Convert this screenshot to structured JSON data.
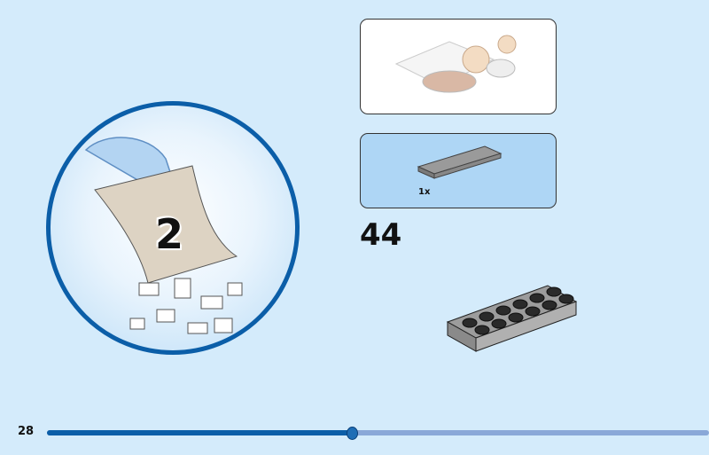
{
  "bag": {
    "number": "2"
  },
  "parts_list": {
    "items": [
      {
        "part": "plate-2x6-dark-gray",
        "quantity": "1x"
      }
    ]
  },
  "step": {
    "number": "44"
  },
  "footer": {
    "page_number": "28",
    "progress": 0.46
  },
  "colors": {
    "accent": "#0b5ea8",
    "background": "#d4ebfb",
    "track": "#8aa8d8",
    "parts_box": "#aed6f5"
  }
}
